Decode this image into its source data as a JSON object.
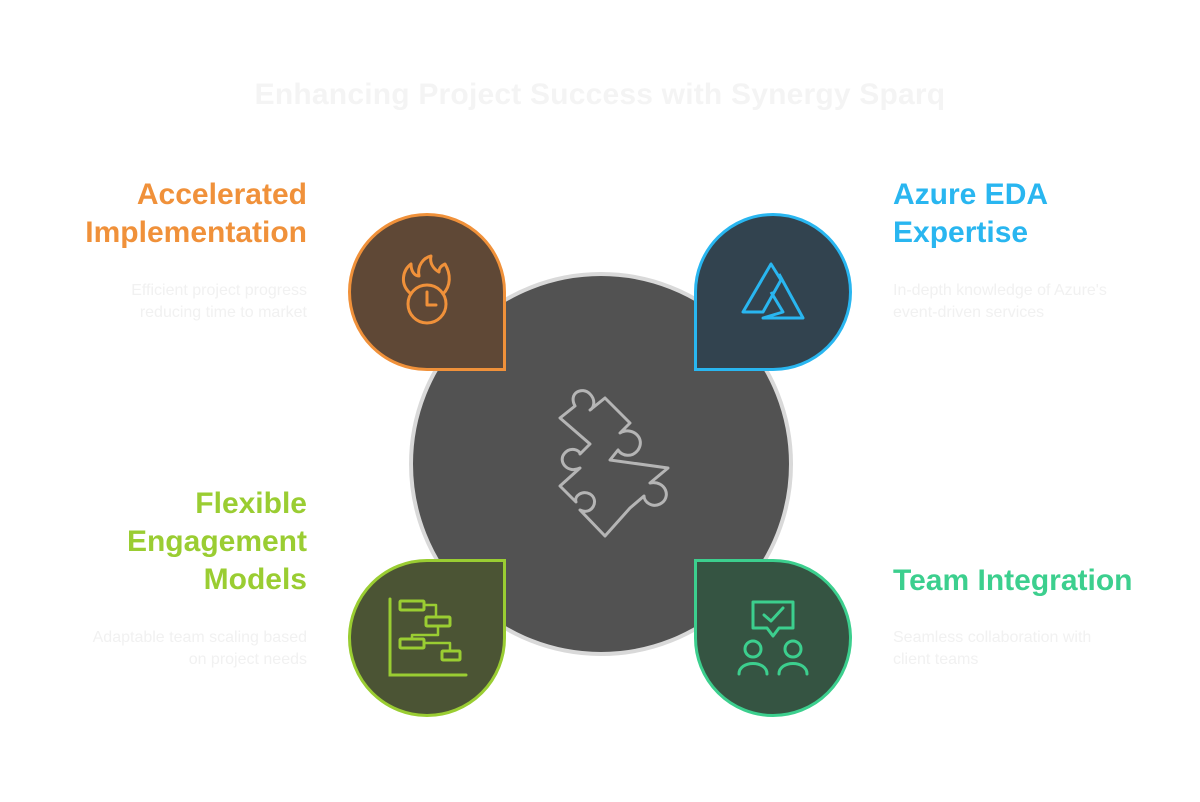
{
  "title": "Enhancing Project Success with Synergy Sparq",
  "colors": {
    "center_fill": "#525252",
    "center_ring": "#d9d9d9",
    "puzzle_stroke": "#b5b5b5",
    "orange": "#f0913a",
    "blue": "#29b6f0",
    "lime": "#9acd32",
    "green": "#3ccf8e"
  },
  "center": {
    "icon": "puzzle-piece-icon"
  },
  "items": [
    {
      "heading_lines": [
        "Accelerated",
        "Implementation"
      ],
      "desc_lines": [
        "Efficient project progress",
        "reducing time to market"
      ],
      "icon": "flame-clock-icon",
      "color": "#f0913a"
    },
    {
      "heading_lines": [
        "Azure EDA",
        "Expertise"
      ],
      "desc_lines": [
        "In-depth knowledge of Azure's",
        "event-driven services"
      ],
      "icon": "azure-logo-icon",
      "color": "#29b6f0"
    },
    {
      "heading_lines": [
        "Flexible",
        "Engagement",
        "Models"
      ],
      "desc_lines": [
        "Adaptable team scaling based",
        "on project needs"
      ],
      "icon": "gantt-chart-icon",
      "color": "#9acd32"
    },
    {
      "heading_lines": [
        "Team Integration"
      ],
      "desc_lines": [
        "Seamless collaboration with",
        "client teams"
      ],
      "icon": "team-collaboration-icon",
      "color": "#3ccf8e"
    }
  ]
}
